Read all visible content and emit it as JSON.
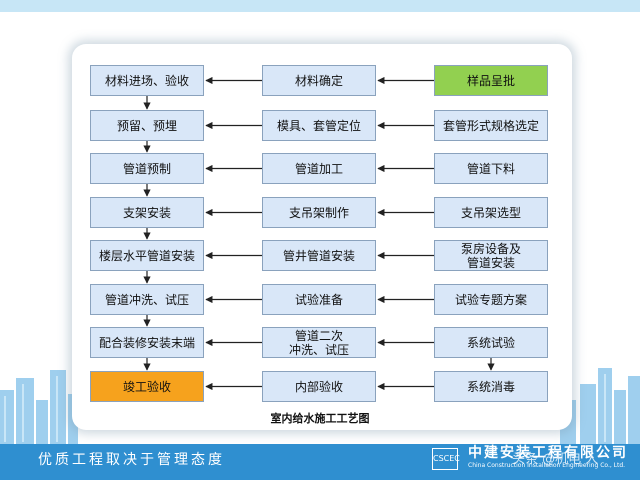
{
  "diagram": {
    "title": "室内给水施工工艺图",
    "left": [
      "材料进场、验收",
      "预留、预埋",
      "管道预制",
      "支架安装",
      "楼层水平管道安装",
      "管道冲洗、试压",
      "配合装修安装末端",
      "竣工验收"
    ],
    "middle": [
      "材料确定",
      "模具、套管定位",
      "管道加工",
      "支吊架制作",
      "管井管道安装",
      "试验准备",
      "管道二次\n冲洗、试压",
      "内部验收"
    ],
    "right": [
      "样品呈批",
      "套管形式规格选定",
      "管道下料",
      "支吊架选型",
      "泵房设备及\n管道安装",
      "试验专题方案",
      "系统试验",
      "系统消毒"
    ],
    "colors": {
      "node": "#d9e7f8",
      "highlight_start": "#92d050",
      "highlight_end": "#f6a21d"
    }
  },
  "footer": {
    "slogan": "优质工程取决于管理态度",
    "logo": "CSCEC",
    "company_zh": "中建安装工程有限公司",
    "company_en": "China Construction Installation Engineering Co., Ltd.",
    "watermark": "头条 @机电 人"
  }
}
